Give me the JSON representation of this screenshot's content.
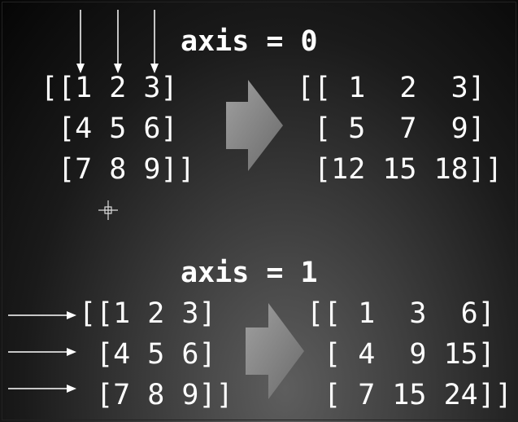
{
  "diagram": {
    "top": {
      "title": "axis = 0",
      "input_rows": [
        "[[1 2 3]",
        " [4 5 6]",
        " [7 8 9]]"
      ],
      "output_rows": [
        "[[ 1  2  3]",
        " [ 5  7  9]",
        " [12 15 18]]"
      ]
    },
    "bottom": {
      "title": "axis = 1",
      "input_rows": [
        "[[1 2 3]",
        " [4 5 6]",
        " [7 8 9]]"
      ],
      "output_rows": [
        "[[ 1  3  6]",
        " [ 4  9 15]",
        " [ 7 15 24]]"
      ]
    },
    "colors": {
      "background": "#000000",
      "text": "#ffffff",
      "big_arrow": "#8c8c8c"
    }
  }
}
